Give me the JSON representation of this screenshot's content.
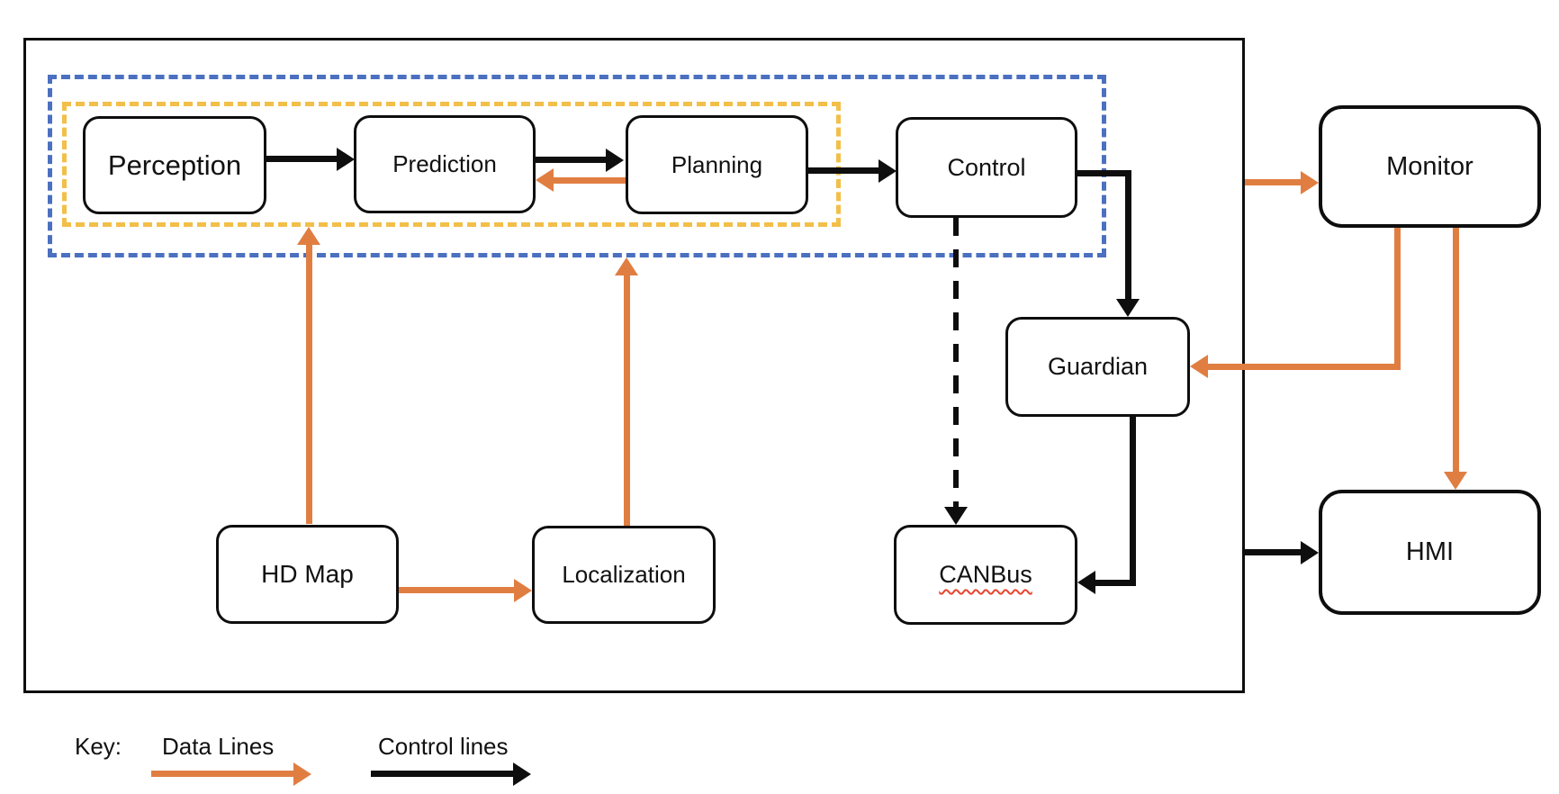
{
  "diagram": {
    "nodes": {
      "perception": {
        "label": "Perception"
      },
      "prediction": {
        "label": "Prediction"
      },
      "planning": {
        "label": "Planning"
      },
      "control": {
        "label": "Control"
      },
      "monitor": {
        "label": "Monitor"
      },
      "guardian": {
        "label": "Guardian"
      },
      "hd_map": {
        "label": "HD Map"
      },
      "localization": {
        "label": "Localization"
      },
      "canbus": {
        "label": "CANBus"
      },
      "hmi": {
        "label": "HMI"
      }
    },
    "key": {
      "label": "Key:",
      "data_lines": "Data Lines",
      "control_lines": "Control lines"
    },
    "colors": {
      "data_line": "#E07E42",
      "control_line": "#0E0E0E",
      "blue_dashed": "#4B70C0",
      "yellow_dashed": "#F2BF49",
      "spell_underline": "#E8442E"
    }
  }
}
